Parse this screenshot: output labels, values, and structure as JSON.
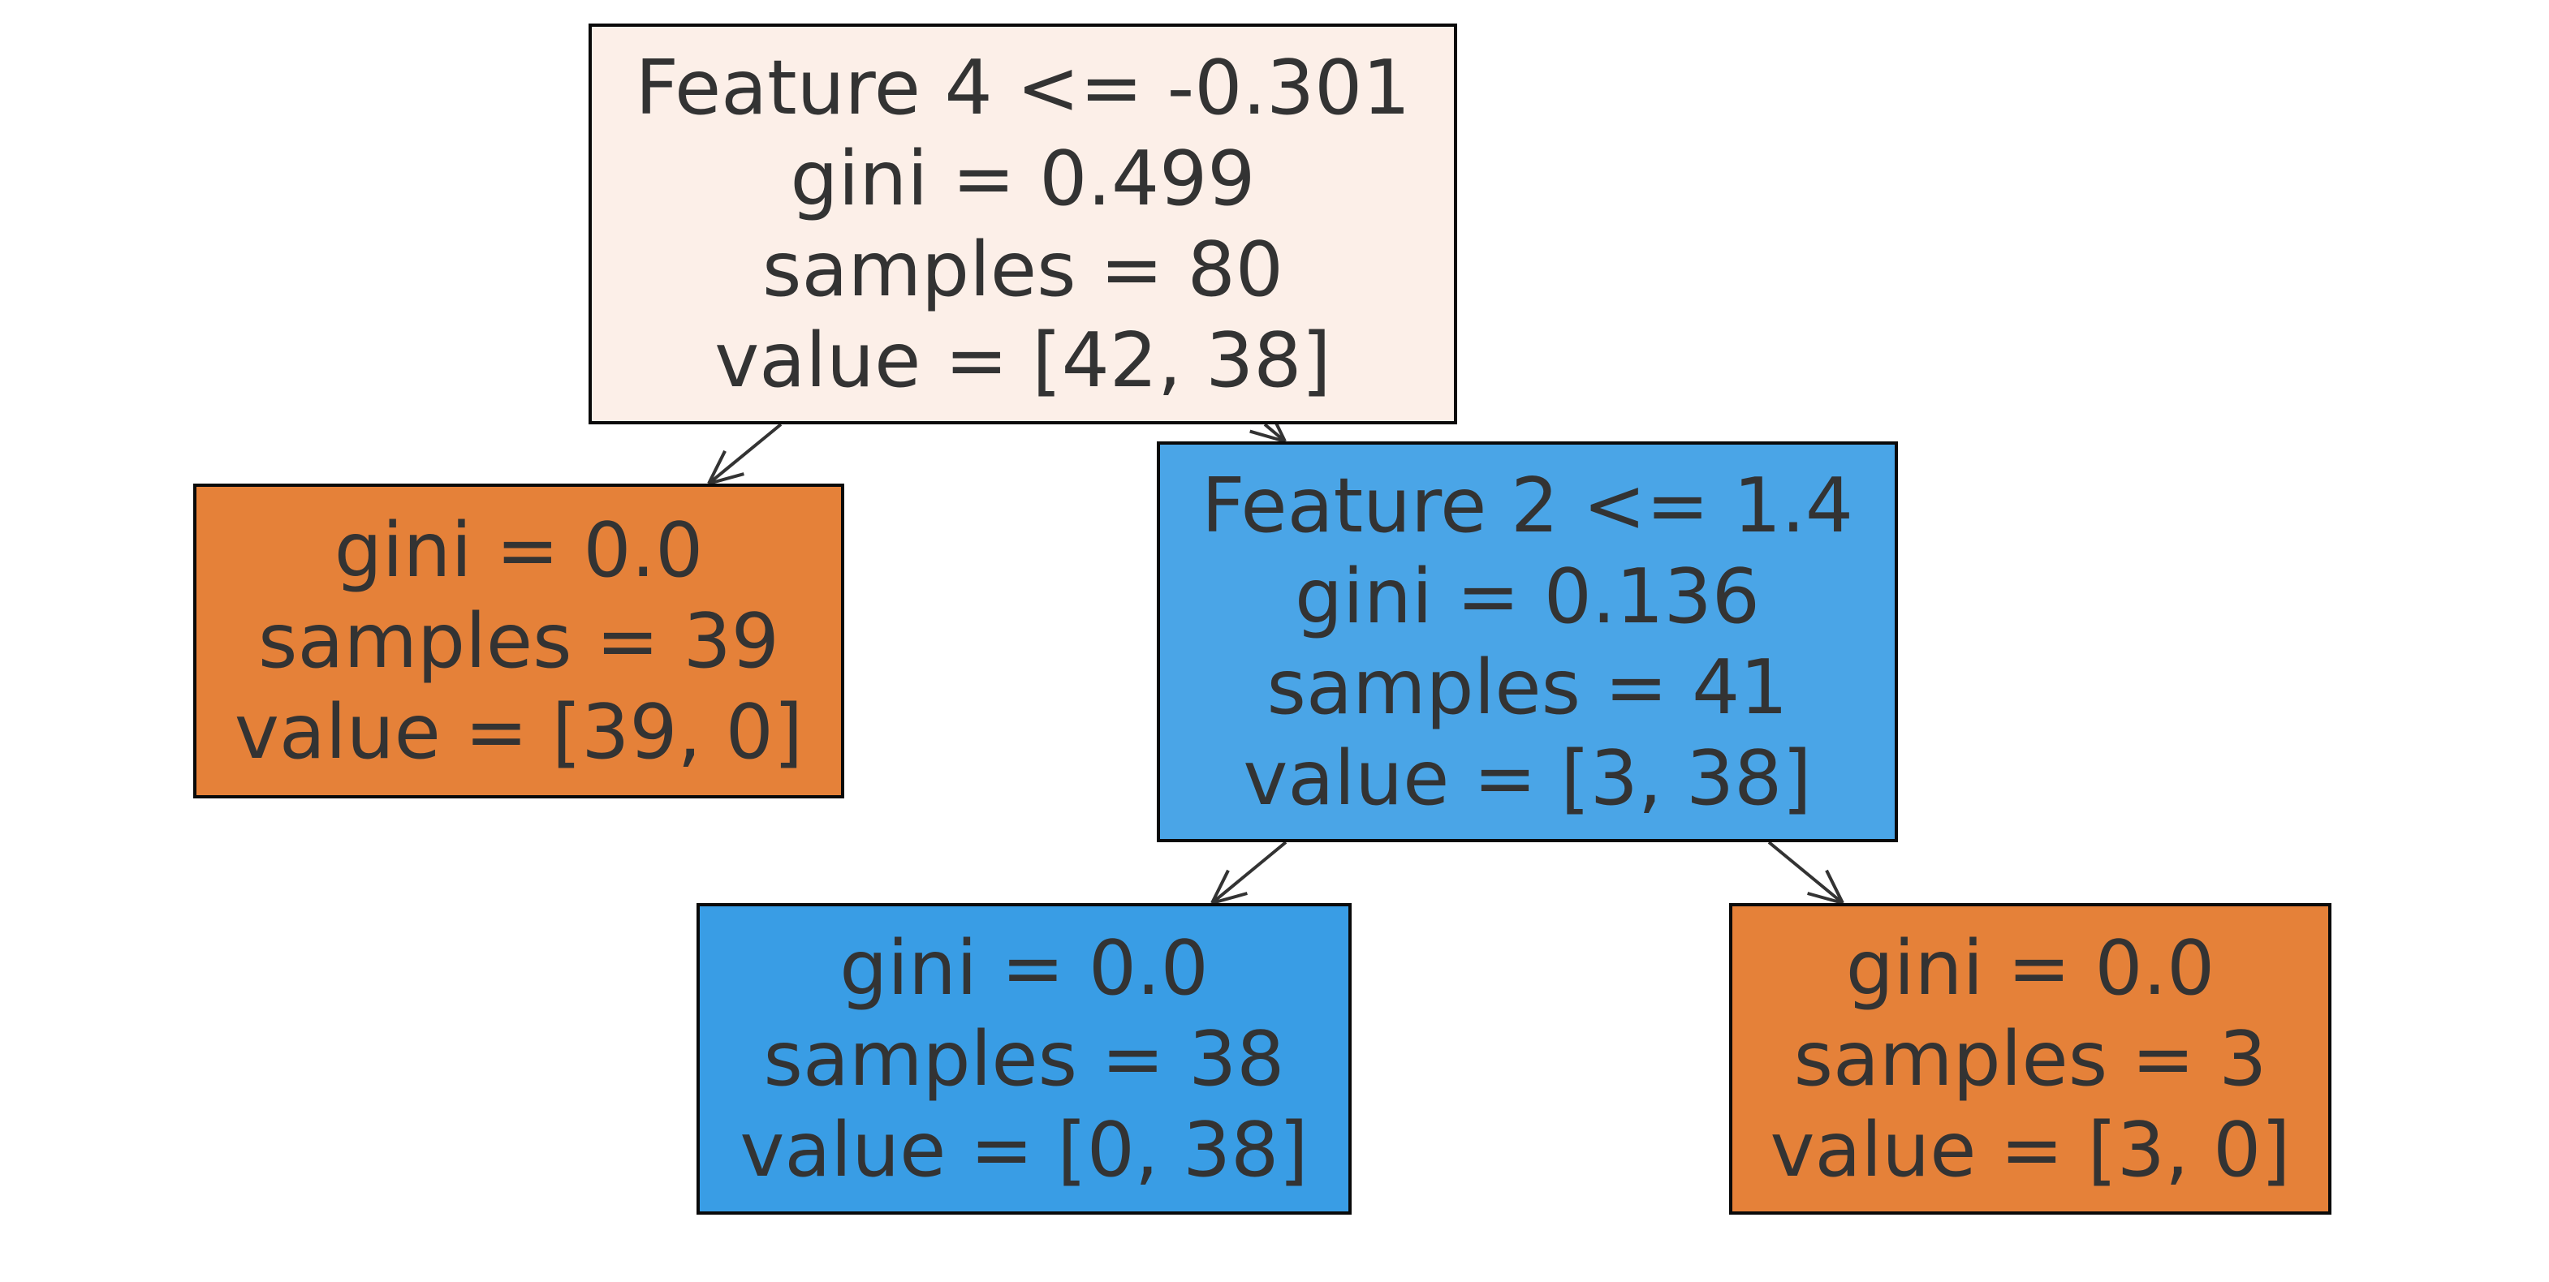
{
  "colors": {
    "canvas_bg": "#ffffff",
    "border": "#0a0a0a",
    "text": "#333333",
    "edge": "#333333",
    "class0_orange": "#e58139",
    "class1_blue": "#399de5",
    "mixed_blue": "#4aa5e7",
    "mixed_faint_orange": "#fcefe8"
  },
  "tree": {
    "nodes": [
      {
        "id": "root",
        "bg": "#fcefe8",
        "lines": [
          "Feature 4 <= -0.301",
          "gini = 0.499",
          "samples = 80",
          "value = [42, 38]"
        ]
      },
      {
        "id": "left-leaf",
        "bg": "#e58139",
        "lines": [
          "gini = 0.0",
          "samples = 39",
          "value = [39, 0]"
        ]
      },
      {
        "id": "right-split",
        "bg": "#4aa5e7",
        "lines": [
          "Feature 2 <= 1.4",
          "gini = 0.136",
          "samples = 41",
          "value = [3, 38]"
        ]
      },
      {
        "id": "right-left-leaf",
        "bg": "#399de5",
        "lines": [
          "gini = 0.0",
          "samples = 38",
          "value = [0, 38]"
        ]
      },
      {
        "id": "right-right-leaf",
        "bg": "#e58139",
        "lines": [
          "gini = 0.0",
          "samples = 3",
          "value = [3, 0]"
        ]
      }
    ]
  }
}
